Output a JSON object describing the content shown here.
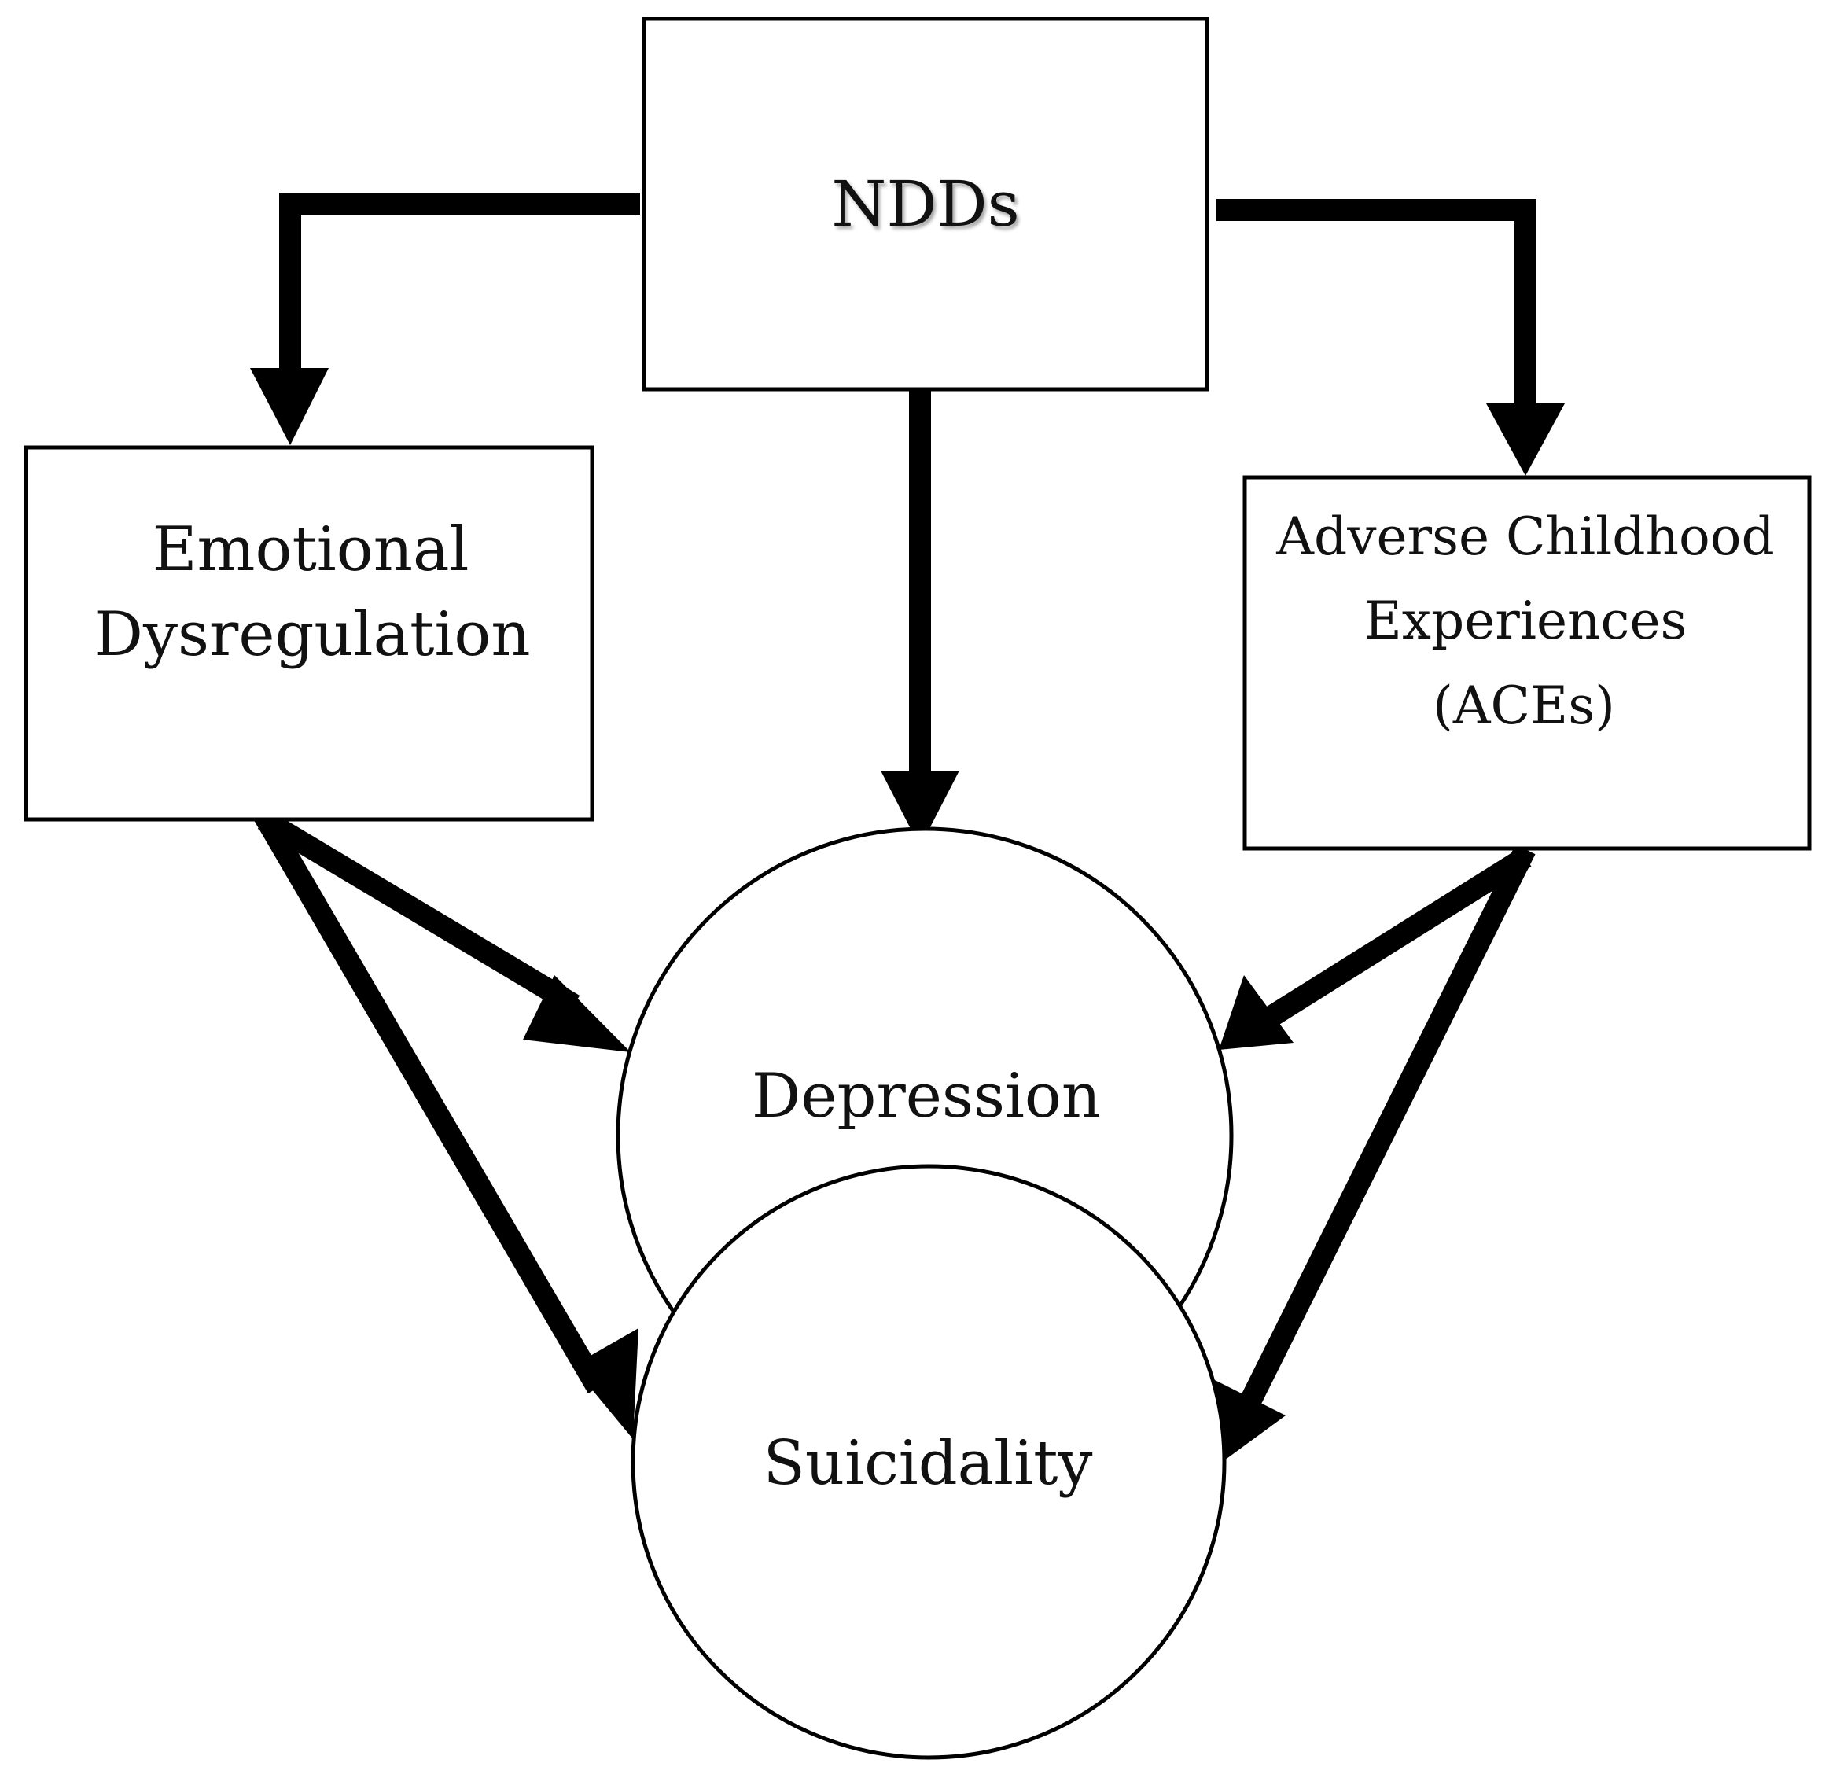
{
  "nodes": {
    "ndds": {
      "label": "NDDs"
    },
    "emotional_dysregulation": {
      "line1": "Emotional",
      "line2": "Dysregulation"
    },
    "aces": {
      "line1": "Adverse Childhood",
      "line2": "Experiences",
      "line3": "(ACEs)"
    },
    "depression": {
      "label": "Depression"
    },
    "suicidality": {
      "label": "Suicidality"
    }
  },
  "edges": [
    {
      "from": "NDDs",
      "to": "Emotional Dysregulation"
    },
    {
      "from": "NDDs",
      "to": "Depression"
    },
    {
      "from": "NDDs",
      "to": "Adverse Childhood Experiences (ACEs)"
    },
    {
      "from": "Emotional Dysregulation",
      "to": "Depression"
    },
    {
      "from": "Emotional Dysregulation",
      "to": "Suicidality"
    },
    {
      "from": "Adverse Childhood Experiences (ACEs)",
      "to": "Depression"
    },
    {
      "from": "Adverse Childhood Experiences (ACEs)",
      "to": "Suicidality"
    }
  ],
  "colors": {
    "stroke": "#000000",
    "background": "#ffffff"
  }
}
